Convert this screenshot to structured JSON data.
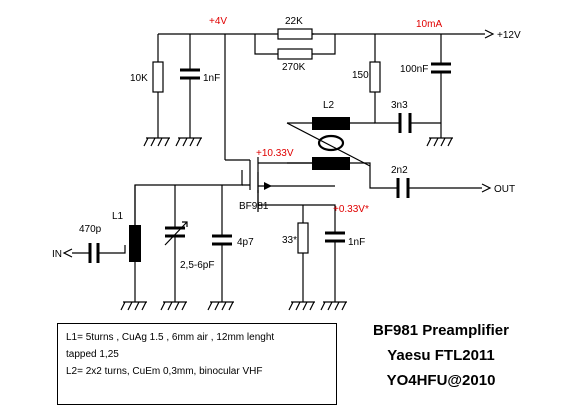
{
  "labels": {
    "supply_mid": "+4V",
    "resistor_top": "22K",
    "resistor_bottom": "270K",
    "current": "10mA",
    "supply": "+12V",
    "r10k": "10K",
    "c1nf_top": "1nF",
    "r150": "150",
    "c100nf": "100nF",
    "l2": "L2",
    "c3n3": "3n3",
    "drain_v": "+10.33V",
    "c2n2": "2n2",
    "out": "OUT",
    "transistor": "BF981",
    "source_v": "+0.33V*",
    "l1": "L1",
    "c470p": "470p",
    "in": "IN",
    "trimmer": "2,5-6pF",
    "c4p7": "4p7",
    "r33": "33*",
    "c1nf_bottom": "1nF"
  },
  "notes": {
    "line1": "L1= 5turns  , CuAg 1.5 , 6mm air , 12mm lenght",
    "line2": "tapped 1,25",
    "line3": "L2= 2x2 turns, CuEm 0,3mm, binocular VHF"
  },
  "title": {
    "line1": "BF981 Preamplifier",
    "line2": "Yaesu FTL2011",
    "line3": "YO4HFU@2010"
  },
  "colors": {
    "wire": "#000000",
    "voltage_label": "#e00000"
  }
}
